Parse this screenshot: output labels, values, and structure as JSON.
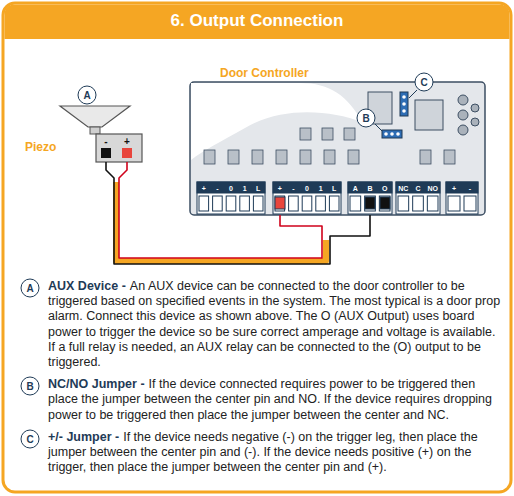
{
  "diagram": {
    "title": "6. Output Connection",
    "nodes": [
      {
        "text": [
          "Door Controller"
        ]
      },
      {
        "text": [
          "Piezo"
        ]
      }
    ],
    "edges": [
      {
        "from": 1,
        "to": 0,
        "arrow": "none"
      },
      {
        "from": 1,
        "to": 0,
        "arrow": "none"
      }
    ],
    "labels": [
      "A",
      "C",
      "B",
      "-",
      "+",
      "+",
      "-",
      "0",
      "1",
      "L",
      "+",
      "-",
      "0",
      "1",
      "L",
      "A",
      "B",
      "O",
      "NC",
      "C",
      "NO",
      "+",
      "-",
      "A",
      "AUX Device -",
      "An AUX device can be connected to the door controller to be triggered based on specified events in the system. The most typical is a door prop alarm. Connect this device as shown above. The O (AUX Output) uses board power to trigger the device so be sure correct amperage and voltage is available. If a full relay is needed, an AUX relay can be connected to the (O) output to be triggered.",
      "B",
      "NC/NO Jumper -",
      "If the device connected requires power to be triggered then place the jumper between the center pin and NO. If the device requires dropping power to be triggered then place the jumper between the center and NC.",
      "C",
      "+/- Jumper -",
      "If the device needs negative (-) on the trigger leg, then place the jumper between the center pin and (-). If the device needs positive (+) on the trigger, then place the jumper between the center pin and (+)."
    ]
  }
}
